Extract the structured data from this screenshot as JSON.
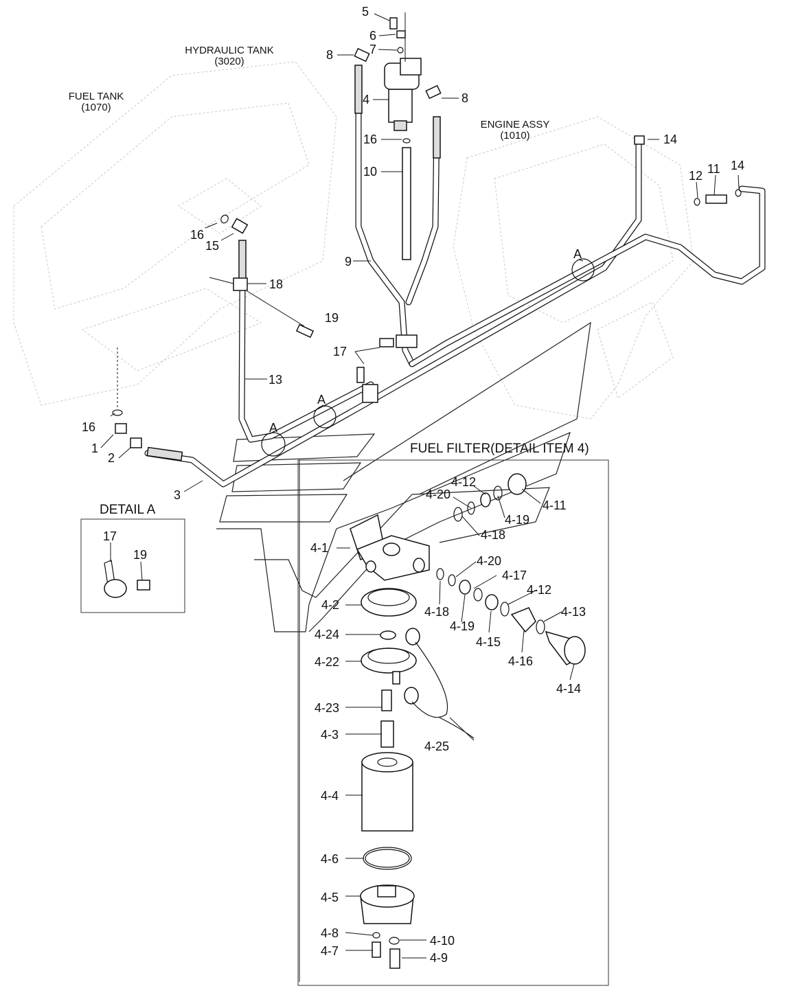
{
  "captions": {
    "hydraulic_tank": "HYDRAULIC TANK",
    "hydraulic_tank_code": "(3020)",
    "fuel_tank": "FUEL TANK",
    "fuel_tank_code": "(1070)",
    "engine_assy": "ENGINE ASSY",
    "engine_assy_code": "(1010)",
    "detail_a": "DETAIL  A",
    "fuel_filter": "FUEL FILTER(DETAIL ITEM 4)"
  },
  "main_labels": {
    "l5": "5",
    "l6": "6",
    "l7": "7",
    "l8a": "8",
    "l8b": "8",
    "l4": "4",
    "l16a": "16",
    "l10": "10",
    "l14a": "14",
    "l12": "12",
    "l11": "11",
    "l14b": "14",
    "l16b": "16",
    "l15": "15",
    "l9": "9",
    "lAa": "A",
    "l18": "18",
    "l19": "19",
    "l17": "17",
    "l13": "13",
    "lAb": "A",
    "l16c": "16",
    "l1": "1",
    "l2": "2",
    "lAc": "A",
    "l3": "3",
    "ld17": "17",
    "ld19": "19"
  },
  "filter_labels": {
    "f4_12a": "4-12",
    "f4_20a": "4-20",
    "f4_11": "4-11",
    "f4_19a": "4-19",
    "f4_18a": "4-18",
    "f4_1": "4-1",
    "f4_20b": "4-20",
    "f4_17": "4-17",
    "f4_12b": "4-12",
    "f4_2": "4-2",
    "f4_18b": "4-18",
    "f4_13": "4-13",
    "f4_19b": "4-19",
    "f4_24": "4-24",
    "f4_15": "4-15",
    "f4_16": "4-16",
    "f4_22": "4-22",
    "f4_14": "4-14",
    "f4_23": "4-23",
    "f4_3": "4-3",
    "f4_25": "4-25",
    "f4_4": "4-4",
    "f4_6": "4-6",
    "f4_5": "4-5",
    "f4_8": "4-8",
    "f4_10": "4-10",
    "f4_7": "4-7",
    "f4_9": "4-9"
  }
}
